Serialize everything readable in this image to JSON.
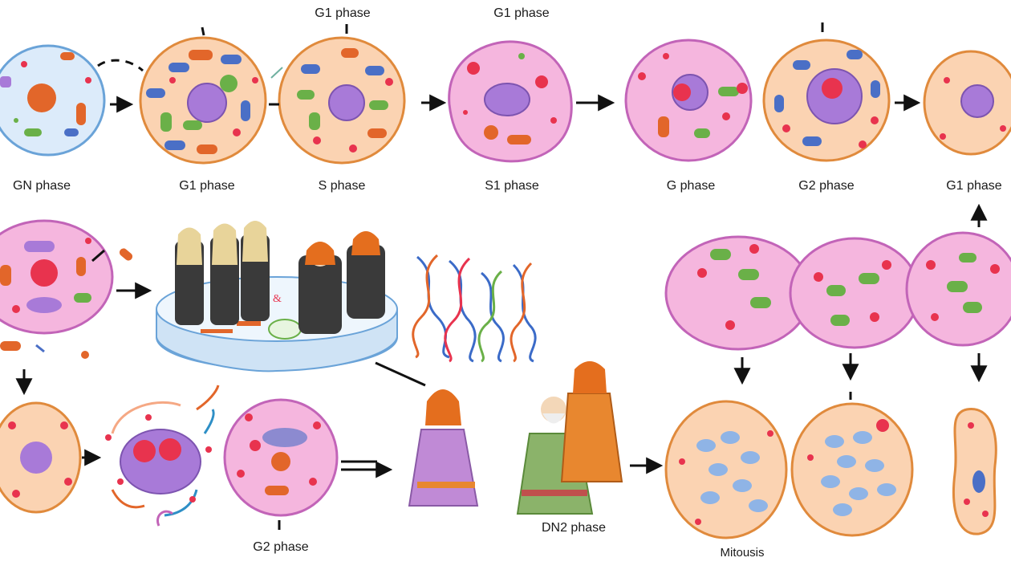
{
  "labels": {
    "top_1": "G1 phase",
    "top_2": "G1 phase",
    "row1_1": "GN phase",
    "row1_2": "G1 phase",
    "row1_3": "S phase",
    "row1_4": "S1 phase",
    "row1_5": "G phase",
    "row1_6": "G2 phase",
    "row1_7": "G1 phase",
    "bottom_g2": "G2 phase",
    "bottom_dn2": "DN2 phase",
    "bottom_mitosis": "Mitousis"
  },
  "colors": {
    "arrow": "#111111",
    "blue_cell_fill": "#dcebfa",
    "blue_cell_edge": "#6aa3d8",
    "orange_cell_fill": "#fbd3b2",
    "orange_cell_edge": "#e08a3c",
    "pink_cell_fill": "#f5b6de",
    "pink_cell_edge": "#c264b8",
    "nucleus": "#a87ad8",
    "mitochondria": "#e2662a",
    "chromosome_red": "#e8334e",
    "organelle_green": "#6ab048",
    "organelle_blue": "#4a6fc6",
    "robe_dark": "#3a3a3a",
    "robe_purple": "#c08ad6",
    "robe_green": "#8bb36a",
    "robe_orange": "#e8872f",
    "hair_orange": "#e46e1e"
  }
}
